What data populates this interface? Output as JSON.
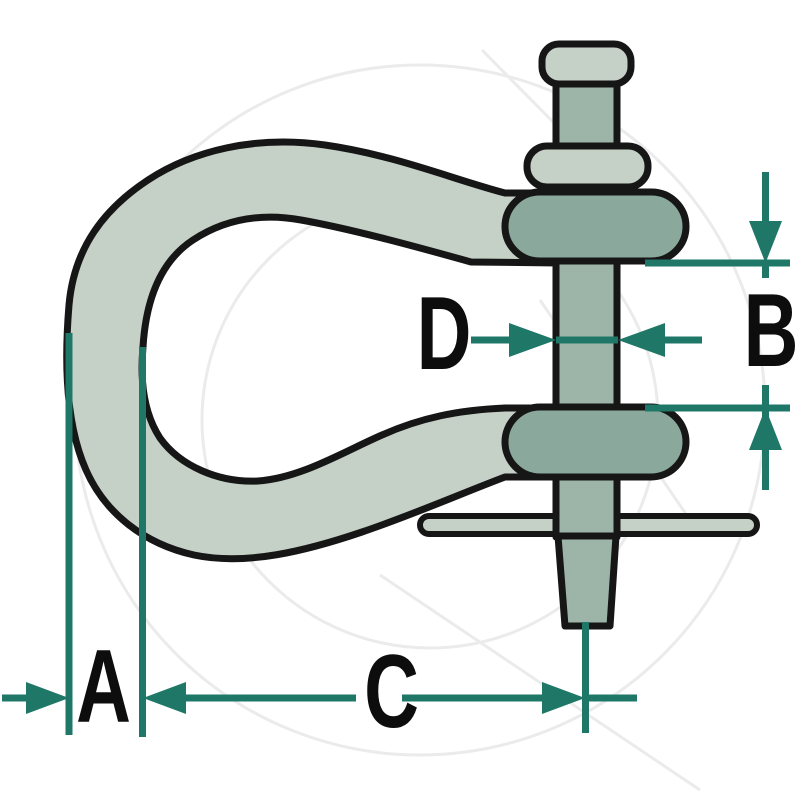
{
  "diagram": {
    "type": "technical-dimension-drawing",
    "subject": "bow shackle with clevis pin",
    "labels": {
      "a": "A",
      "b": "B",
      "c": "C",
      "d": "D"
    },
    "colors": {
      "background": "#ffffff",
      "outline": "#161616",
      "dimension_lines": "#1e7767",
      "label_text": "#0d0d0d",
      "body_light": "#c5d0c7",
      "body_medium": "#9db4a8",
      "body_dark": "#8aa89b",
      "watermark": "#ebebeb"
    }
  }
}
